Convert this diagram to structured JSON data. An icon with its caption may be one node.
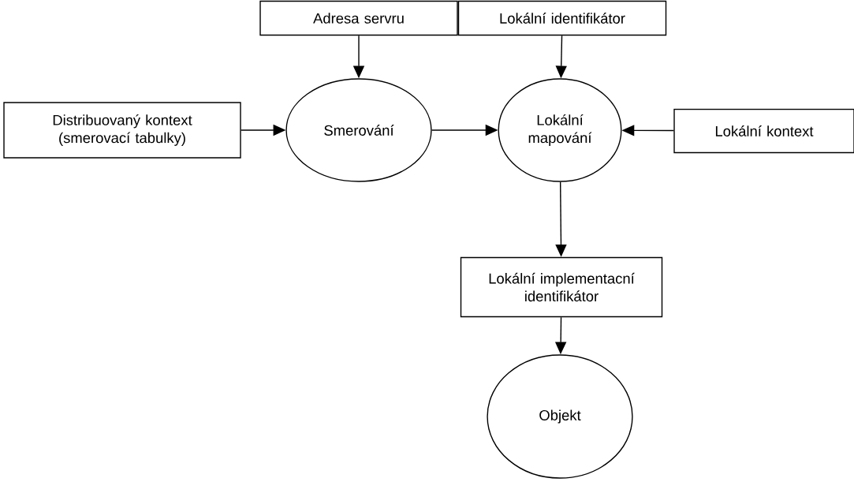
{
  "diagram": {
    "nodes": [
      {
        "text": [
          "Adresa servru"
        ]
      },
      {
        "text": [
          "Lokální identifikátor"
        ]
      },
      {
        "text": [
          "Distribuovaný kontext (smerovací tabulky)"
        ]
      },
      {
        "text": [
          "Smerování"
        ]
      },
      {
        "text": [
          "Lokální mapování"
        ]
      },
      {
        "text": [
          "Lokální kontext"
        ]
      },
      {
        "text": [
          "Lokální implementacní identifikátor"
        ]
      },
      {
        "text": [
          "Objekt"
        ]
      }
    ],
    "edges": [
      {
        "from": 0,
        "to": 3,
        "arrow": "to"
      },
      {
        "from": 1,
        "to": 4,
        "arrow": "to"
      },
      {
        "from": 2,
        "to": 3,
        "arrow": "to"
      },
      {
        "from": 3,
        "to": 4,
        "arrow": "to"
      },
      {
        "from": 5,
        "to": 4,
        "arrow": "to"
      },
      {
        "from": 4,
        "to": 6,
        "arrow": "to"
      },
      {
        "from": 6,
        "to": 7,
        "arrow": "to"
      }
    ]
  }
}
